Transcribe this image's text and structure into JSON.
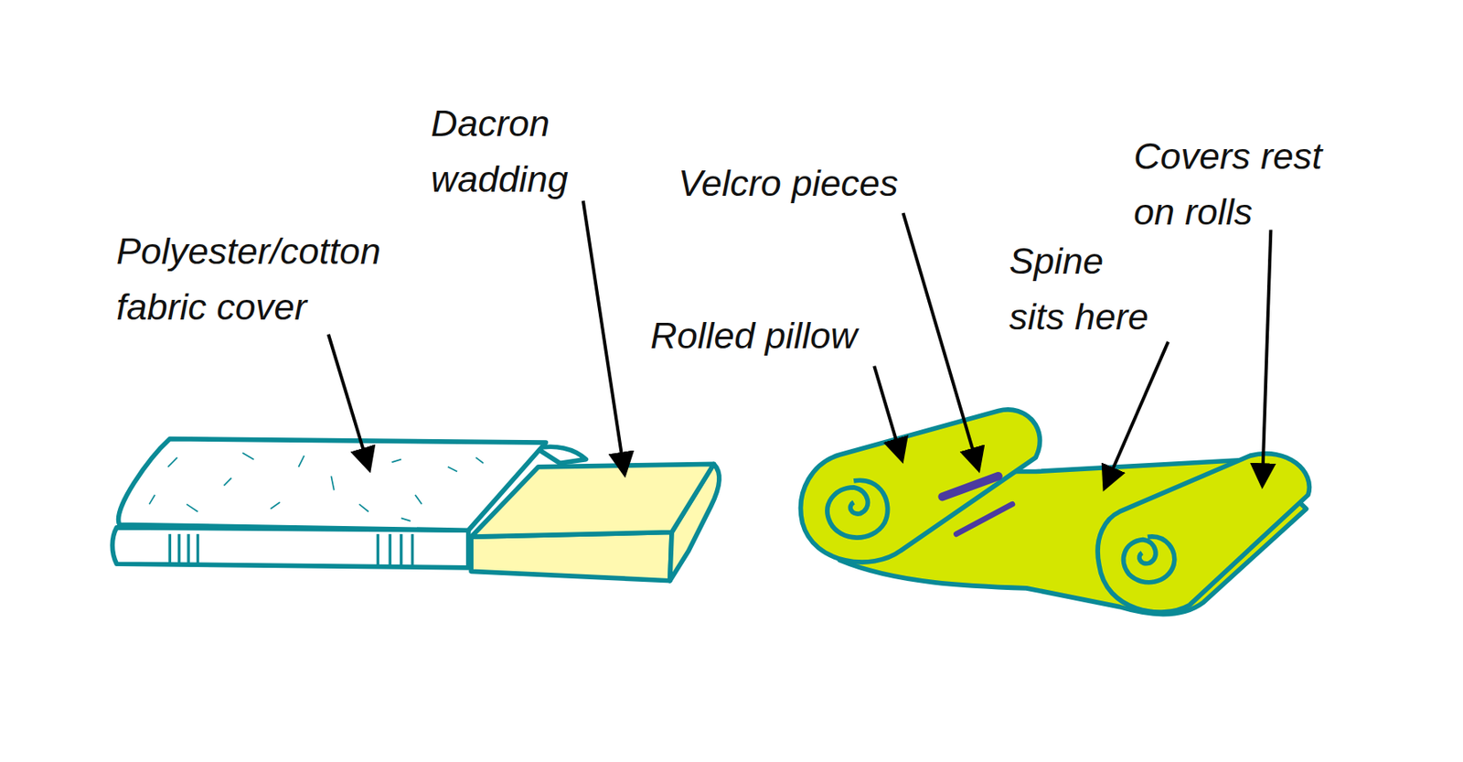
{
  "diagram": {
    "labels": [
      "Polyester/cotton fabric cover",
      "Dacron wadding",
      "Velcro pieces",
      "Rolled pillow",
      "Spine sits here",
      "Covers rest on rolls"
    ]
  }
}
